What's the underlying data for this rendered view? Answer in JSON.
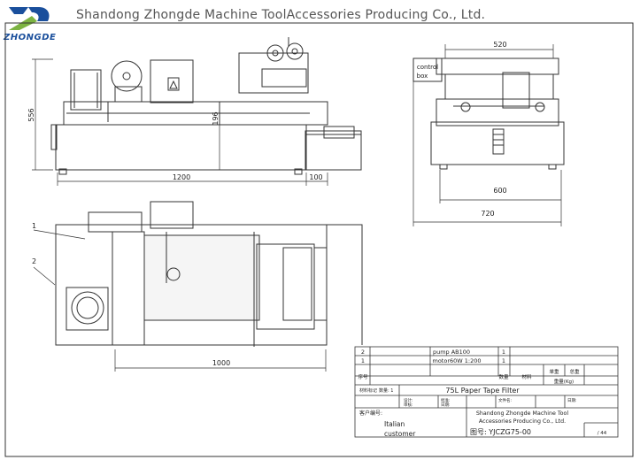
{
  "header": {
    "logo_text": "ZHONGDE",
    "title": "Shandong Zhongde Machine ToolAccessories Producing Co., Ltd."
  },
  "dims": {
    "front_height": "556",
    "front_inner_height": "196",
    "front_width": "1200",
    "front_tank": "100",
    "side_top": "520",
    "side_mid": "600",
    "side_overall": "720",
    "plan_length": "1000"
  },
  "labels": {
    "control_box_1": "control",
    "control_box_2": "box",
    "callout_1": "1",
    "callout_2": "2"
  },
  "bom": {
    "rows": [
      {
        "no": "2",
        "name": "pump AB100",
        "qty": "1"
      },
      {
        "no": "1",
        "name": "motor60W 1:200",
        "qty": "1"
      }
    ],
    "head": {
      "no": "序号",
      "qty": "数量",
      "material": "材料",
      "unit": "单重",
      "total": "总重",
      "weight": "重量(Kg)"
    }
  },
  "title_block": {
    "material_label": "材料标记",
    "count": "数量: 1",
    "drawing_title": "75L Paper Tape Filter",
    "customer_label": "客户编号:",
    "customer_1": "Italian",
    "customer_2": "customer",
    "company_1": "Shandong Zhongde Machine Tool",
    "company_2": "Accessories Producing Co., Ltd.",
    "drawing_no": "图号: YJCZG75-00",
    "sheet": "/ 44",
    "small_1": "设计:",
    "small_2": "审核:",
    "small_3": "批准:",
    "small_4": "日期:",
    "small_5": "文件名:",
    "small_6": "日期:"
  }
}
